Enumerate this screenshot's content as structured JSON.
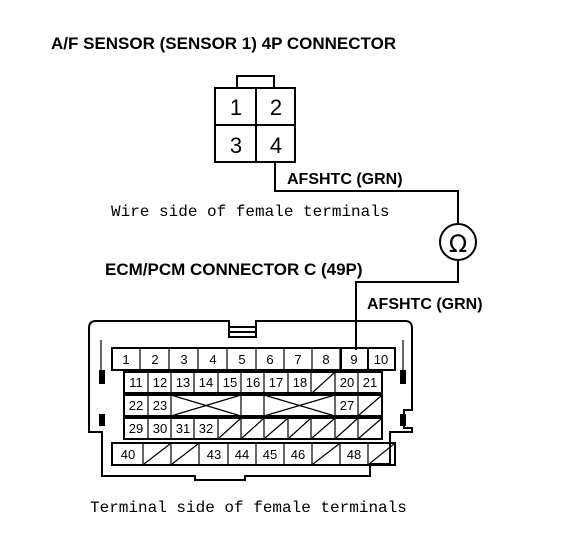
{
  "sensor_connector": {
    "title": "A/F SENSOR (SENSOR 1) 4P CONNECTOR",
    "pins": [
      "1",
      "2",
      "3",
      "4"
    ],
    "caption": "Wire side of female terminals"
  },
  "wire": {
    "upper_label": "AFSHTC (GRN)",
    "lower_label": "AFSHTC (GRN)",
    "meter_symbol": "Ω"
  },
  "ecm_connector": {
    "title": "ECM/PCM CONNECTOR C (49P)",
    "caption": "Terminal side of female terminals",
    "rows": [
      [
        "1",
        "2",
        "3",
        "4",
        "5",
        "6",
        "7",
        "8",
        "9",
        "10"
      ],
      [
        "11",
        "12",
        "13",
        "14",
        "15",
        "16",
        "17",
        "18",
        "",
        "20",
        "21"
      ],
      [
        "22",
        "23",
        "",
        "",
        "",
        "",
        "",
        "27"
      ],
      [
        "29",
        "30",
        "31",
        "32",
        "",
        "",
        "",
        "",
        "",
        "",
        ""
      ],
      [
        "40",
        "",
        "",
        "43",
        "44",
        "45",
        "46",
        "",
        "48",
        ""
      ]
    ]
  }
}
